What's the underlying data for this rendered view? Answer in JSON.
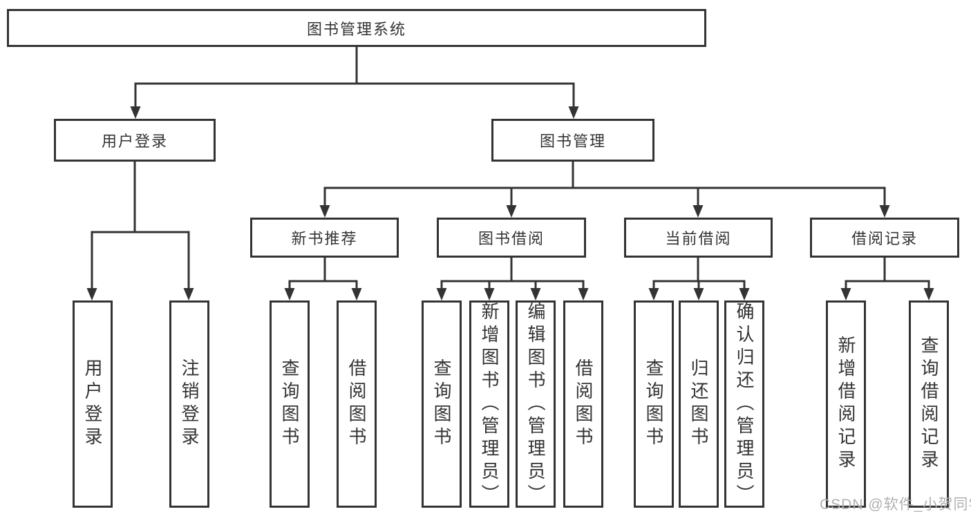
{
  "colors": {
    "background": "#ffffff",
    "line": "#333333",
    "box_border": "#333333",
    "text": "#333333",
    "watermark_text": "#b0b0b0"
  },
  "watermark": {
    "text": "CSDN @软件_小贺同学"
  },
  "tree": {
    "root": {
      "label": "图书管理系统"
    },
    "branches": [
      {
        "label": "用户登录",
        "children": [
          {
            "label": "用户登录"
          },
          {
            "label": "注销登录"
          }
        ]
      },
      {
        "label": "图书管理",
        "children": [
          {
            "label": "新书推荐",
            "children": [
              {
                "label": "查询图书"
              },
              {
                "label": "借阅图书"
              }
            ]
          },
          {
            "label": "图书借阅",
            "children": [
              {
                "label": "查询图书"
              },
              {
                "label": "新增图书（管理员）"
              },
              {
                "label": "编辑图书（管理员）"
              },
              {
                "label": "借阅图书"
              }
            ]
          },
          {
            "label": "当前借阅",
            "children": [
              {
                "label": "查询图书"
              },
              {
                "label": "归还图书"
              },
              {
                "label": "确认归还（管理员）"
              }
            ]
          },
          {
            "label": "借阅记录",
            "children": [
              {
                "label": "新增借阅记录"
              },
              {
                "label": "查询借阅记录"
              }
            ]
          }
        ]
      }
    ]
  }
}
